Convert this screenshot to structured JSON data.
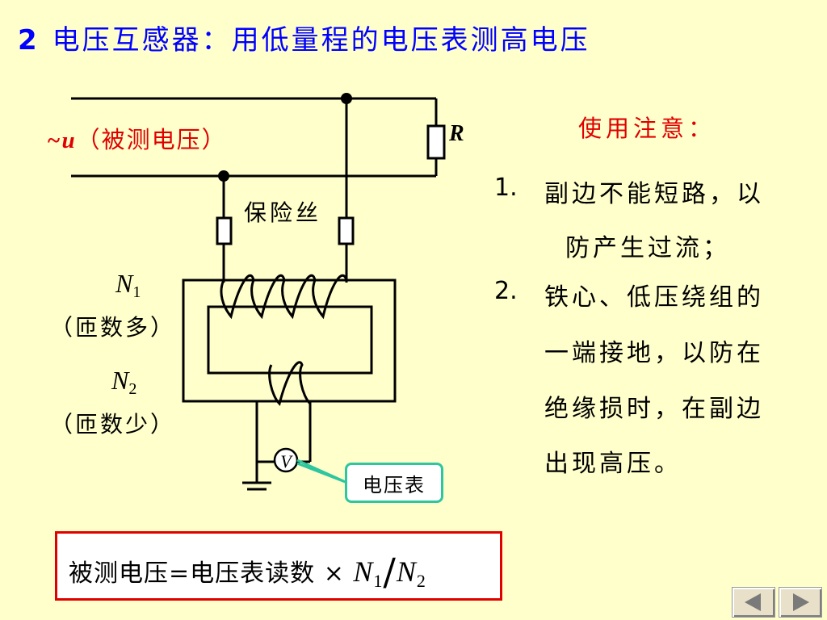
{
  "title": {
    "number": "2",
    "text": "电压互感器：用低量程的电压表测高电压"
  },
  "circuit": {
    "source_symbol": "~u",
    "source_text": "（被测电压）",
    "resistor_label": "R",
    "fuse_label": "保险丝",
    "n1_main": "N",
    "n1_sub": "1",
    "n1_turns": "（匝数多）",
    "n2_main": "N",
    "n2_sub": "2",
    "n2_turns": "（匝数少）",
    "voltmeter_symbol": "V",
    "voltmeter_label": "电压表"
  },
  "notes": {
    "title": "使用注意：",
    "items": [
      {
        "num": "1.",
        "line1": "副边不能短路，以",
        "line2": "防产生过流；"
      },
      {
        "num": "2.",
        "line1": "铁心、低压绕组的",
        "line2": "一端接地，以防在",
        "line3": "绝缘损时，在副边",
        "line4": "出现高压。"
      }
    ]
  },
  "formula": {
    "text": "被测电压=电压表读数",
    "times": "×",
    "n1_main": "N",
    "n1_sub": "1",
    "slash": "/",
    "n2_main": "N",
    "n2_sub": "2"
  },
  "nav": {
    "prev_icon": "triangle-left-icon",
    "next_icon": "triangle-right-icon"
  },
  "colors": {
    "background": "#FFFFCC",
    "title": "#0000FF",
    "accent_red": "#E00000",
    "callout_teal": "#2EC69E"
  }
}
